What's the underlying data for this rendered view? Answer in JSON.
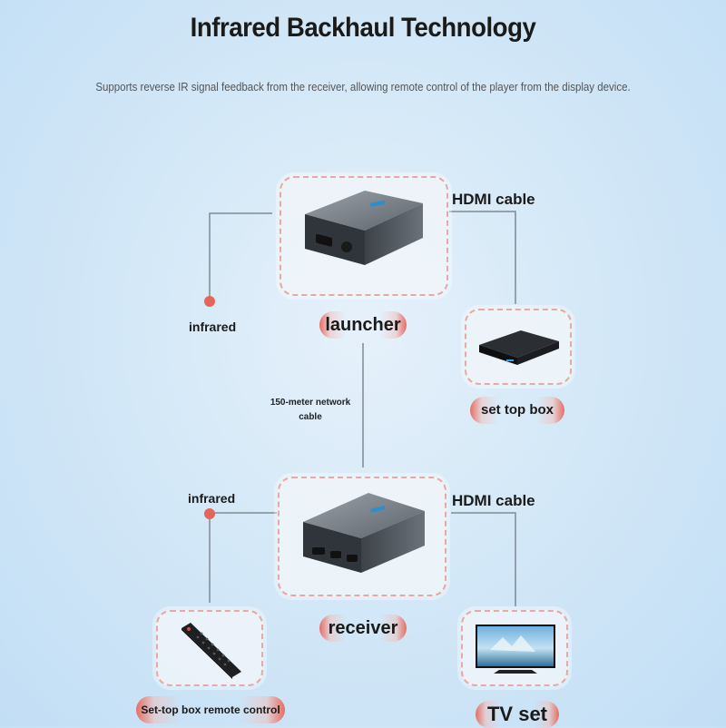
{
  "header": {
    "title": "Infrared Backhaul Technology",
    "subtitle": "Supports reverse IR signal feedback from the receiver, allowing remote control of the player from the display device."
  },
  "nodes": {
    "launcher": "launcher",
    "set_top_box": "set top box",
    "receiver": "receiver",
    "remote_control": "Set-top box remote control",
    "tv_set": "TV set"
  },
  "connections": {
    "hdmi_top": "HDMI cable",
    "hdmi_bottom": "HDMI cable",
    "infrared_top": "infrared",
    "infrared_bottom": "infrared",
    "network_line1": "150-meter network",
    "network_line2": "cable"
  },
  "colors": {
    "accent": "#e2665a",
    "card_border": "#e7a9a3",
    "line": "#7f8a93"
  }
}
